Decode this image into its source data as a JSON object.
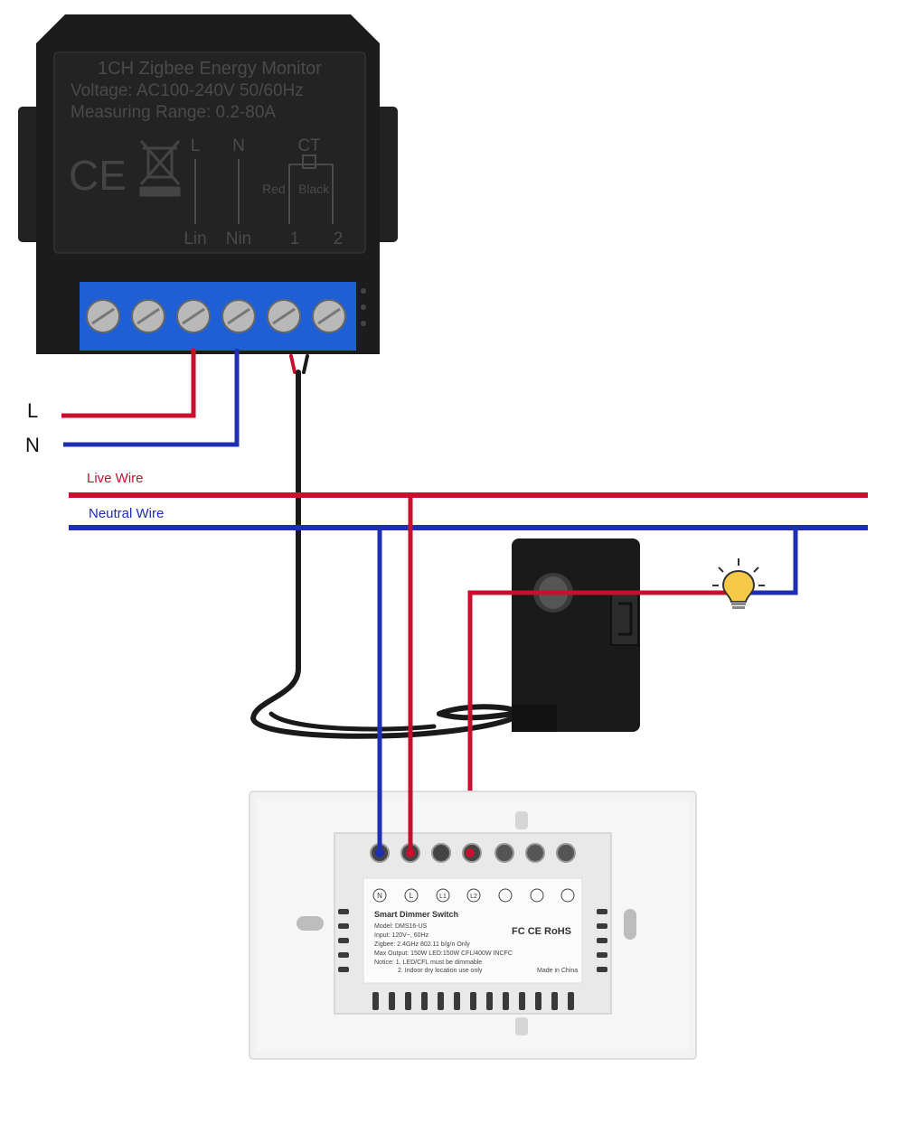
{
  "labels": {
    "L": "L",
    "N": "N",
    "live_wire": "Live Wire",
    "neutral_wire": "Neutral Wire"
  },
  "monitor": {
    "title": "1CH Zigbee Energy Monitor",
    "voltage": "Voltage: AC100-240V 50/60Hz",
    "range": "Measuring Range: 0.2-80A",
    "ce": "CE",
    "term_L": "L",
    "term_N": "N",
    "term_CT": "CT",
    "ct_red": "Red",
    "ct_black": "Black",
    "lin": "Lin",
    "nin": "Nin",
    "t1": "1",
    "t2": "2"
  },
  "dimmer": {
    "t_n": "N",
    "t_l": "L",
    "t_l1": "L1",
    "t_l2": "L2",
    "name": "Smart Dimmer Switch",
    "model": "Model: DMS16-US",
    "input": "Input: 120V~, 60Hz",
    "zigbee": "Zigbee: 2.4GHz 802.11 b/g/n Only",
    "max_output": "Max Output: 150W LED:150W CFL/400W INCFC",
    "notice1": "Notice: 1. LED/CFL must be dimmable",
    "notice2": "2. Indoor dry location use only",
    "certs": "FC CE RoHS",
    "made_in": "Made in China"
  },
  "colors": {
    "live": "#c8102e",
    "neutral": "#1e2fb4",
    "terminal_block": "#1e5fd6",
    "device_body": "#1c1c1c",
    "plate": "#f2f2f2",
    "bulb": "#f7c948"
  }
}
